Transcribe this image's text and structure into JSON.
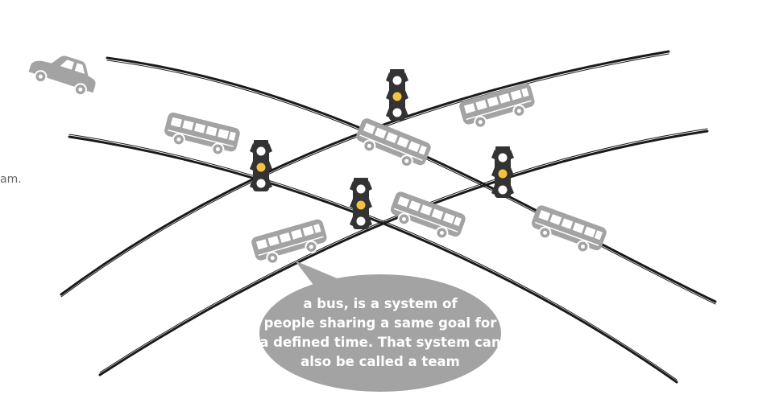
{
  "side_text": "am.",
  "bubble": {
    "lines": [
      "a bus, is a system of",
      "people sharing a same goal for",
      "a defined time. That system can",
      "also be called a team"
    ]
  },
  "colors": {
    "road": "#1a1a1a",
    "vehicle": "#a3a3a3",
    "bubble": "#a3a3a3",
    "light_body": "#333333",
    "light_on": "#f5c242",
    "light_off": "#ffffff"
  },
  "icons": {
    "car": "car-icon",
    "bus": "bus-icon",
    "traffic_light": "traffic-light-icon"
  }
}
